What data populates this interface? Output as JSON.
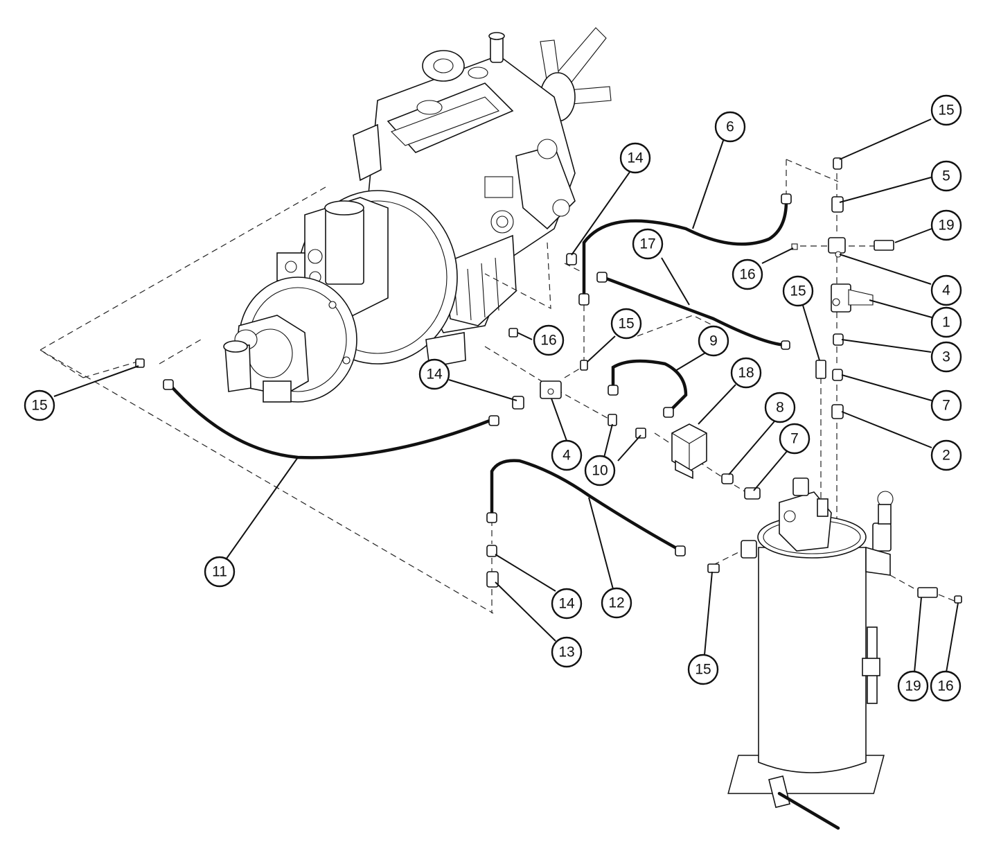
{
  "callouts": {
    "c1": "1",
    "c2": "2",
    "c3": "3",
    "c4a": "4",
    "c4b": "4",
    "c5": "5",
    "c6": "6",
    "c7a": "7",
    "c7b": "7",
    "c8": "8",
    "c9": "9",
    "c10": "10",
    "c11": "11",
    "c12": "12",
    "c13": "13",
    "c14a": "14",
    "c14b": "14",
    "c14c": "14",
    "c15a": "15",
    "c15b": "15",
    "c15c": "15",
    "c15d": "15",
    "c15e": "15",
    "c16a": "16",
    "c16b": "16",
    "c16c": "16",
    "c17": "17",
    "c18": "18",
    "c19a": "19",
    "c19b": "19"
  },
  "colors": {
    "line": "#111111",
    "background": "#ffffff"
  }
}
